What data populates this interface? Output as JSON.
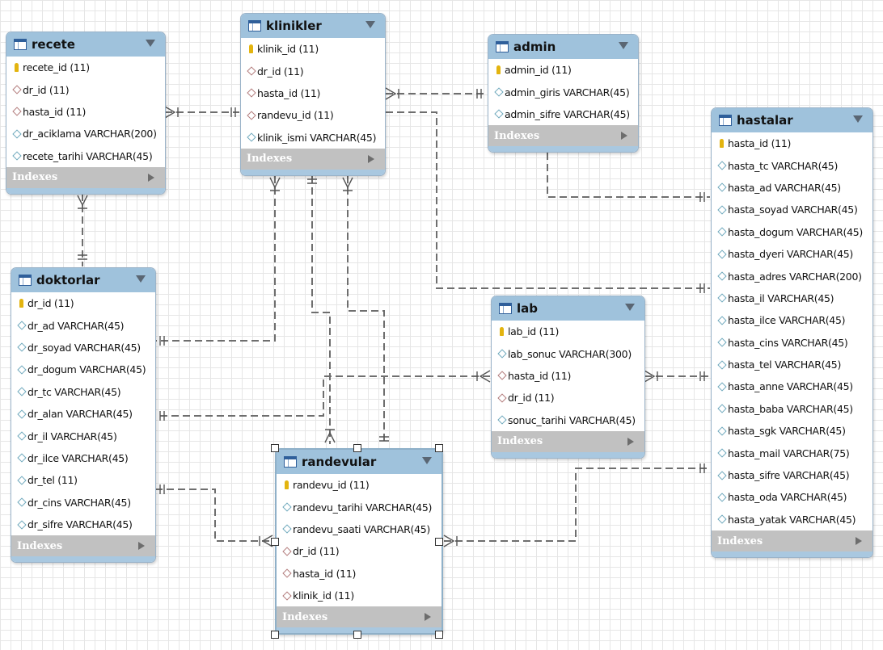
{
  "tables": {
    "recete": {
      "name": "recete",
      "columns": [
        {
          "text": "recete_id (11)",
          "kind": "pk"
        },
        {
          "text": "dr_id (11)",
          "kind": "fk"
        },
        {
          "text": "hasta_id (11)",
          "kind": "fk"
        },
        {
          "text": "dr_aciklama VARCHAR(200)",
          "kind": "col"
        },
        {
          "text": "recete_tarihi VARCHAR(45)",
          "kind": "col"
        }
      ],
      "indexes_label": "Indexes"
    },
    "klinikler": {
      "name": "klinikler",
      "columns": [
        {
          "text": "klinik_id (11)",
          "kind": "pk"
        },
        {
          "text": "dr_id (11)",
          "kind": "fk"
        },
        {
          "text": "hasta_id (11)",
          "kind": "fk"
        },
        {
          "text": "randevu_id (11)",
          "kind": "fk"
        },
        {
          "text": "klinik_ismi VARCHAR(45)",
          "kind": "col"
        }
      ],
      "indexes_label": "Indexes"
    },
    "admin": {
      "name": "admin",
      "columns": [
        {
          "text": "admin_id (11)",
          "kind": "pk"
        },
        {
          "text": "admin_giris VARCHAR(45)",
          "kind": "col"
        },
        {
          "text": "admin_sifre VARCHAR(45)",
          "kind": "col"
        }
      ],
      "indexes_label": "Indexes"
    },
    "hastalar": {
      "name": "hastalar",
      "columns": [
        {
          "text": "hasta_id (11)",
          "kind": "pk"
        },
        {
          "text": "hasta_tc VARCHAR(45)",
          "kind": "col"
        },
        {
          "text": "hasta_ad VARCHAR(45)",
          "kind": "col"
        },
        {
          "text": "hasta_soyad VARCHAR(45)",
          "kind": "col"
        },
        {
          "text": "hasta_dogum VARCHAR(45)",
          "kind": "col"
        },
        {
          "text": "hasta_dyeri VARCHAR(45)",
          "kind": "col"
        },
        {
          "text": "hasta_adres VARCHAR(200)",
          "kind": "col"
        },
        {
          "text": "hasta_il VARCHAR(45)",
          "kind": "col"
        },
        {
          "text": "hasta_ilce VARCHAR(45)",
          "kind": "col"
        },
        {
          "text": "hasta_cins VARCHAR(45)",
          "kind": "col"
        },
        {
          "text": "hasta_tel VARCHAR(45)",
          "kind": "col"
        },
        {
          "text": "hasta_anne VARCHAR(45)",
          "kind": "col"
        },
        {
          "text": "hasta_baba VARCHAR(45)",
          "kind": "col"
        },
        {
          "text": "hasta_sgk VARCHAR(45)",
          "kind": "col"
        },
        {
          "text": "hasta_mail VARCHAR(75)",
          "kind": "col"
        },
        {
          "text": "hasta_sifre VARCHAR(45)",
          "kind": "col"
        },
        {
          "text": "hasta_oda VARCHAR(45)",
          "kind": "col"
        },
        {
          "text": "hasta_yatak VARCHAR(45)",
          "kind": "col"
        }
      ],
      "indexes_label": "Indexes"
    },
    "doktorlar": {
      "name": "doktorlar",
      "columns": [
        {
          "text": "dr_id (11)",
          "kind": "pk"
        },
        {
          "text": "dr_ad VARCHAR(45)",
          "kind": "col"
        },
        {
          "text": "dr_soyad VARCHAR(45)",
          "kind": "col"
        },
        {
          "text": "dr_dogum VARCHAR(45)",
          "kind": "col"
        },
        {
          "text": "dr_tc VARCHAR(45)",
          "kind": "col"
        },
        {
          "text": "dr_alan VARCHAR(45)",
          "kind": "col"
        },
        {
          "text": "dr_il VARCHAR(45)",
          "kind": "col"
        },
        {
          "text": "dr_ilce VARCHAR(45)",
          "kind": "col"
        },
        {
          "text": "dr_tel (11)",
          "kind": "col"
        },
        {
          "text": "dr_cins VARCHAR(45)",
          "kind": "col"
        },
        {
          "text": "dr_sifre VARCHAR(45)",
          "kind": "col"
        }
      ],
      "indexes_label": "Indexes"
    },
    "lab": {
      "name": "lab",
      "columns": [
        {
          "text": "lab_id (11)",
          "kind": "pk"
        },
        {
          "text": "lab_sonuc VARCHAR(300)",
          "kind": "col"
        },
        {
          "text": "hasta_id (11)",
          "kind": "fk"
        },
        {
          "text": "dr_id (11)",
          "kind": "fk"
        },
        {
          "text": "sonuc_tarihi VARCHAR(45)",
          "kind": "col"
        }
      ],
      "indexes_label": "Indexes"
    },
    "randevular": {
      "name": "randevular",
      "columns": [
        {
          "text": "randevu_id (11)",
          "kind": "pk"
        },
        {
          "text": "randevu_tarihi VARCHAR(45)",
          "kind": "col"
        },
        {
          "text": "randevu_saati VARCHAR(45)",
          "kind": "col"
        },
        {
          "text": "dr_id (11)",
          "kind": "fk"
        },
        {
          "text": "hasta_id (11)",
          "kind": "fk"
        },
        {
          "text": "klinik_id (11)",
          "kind": "fk"
        }
      ],
      "indexes_label": "Indexes"
    }
  },
  "colors": {
    "header": "#9fc2dc",
    "footer": "#a9c8e0",
    "indexes_bar": "#c1c1c1",
    "key": "#e3b40f",
    "fk_diamond": "#b27b7b",
    "col_diamond": "#6fa9bd",
    "connector": "#707070"
  }
}
